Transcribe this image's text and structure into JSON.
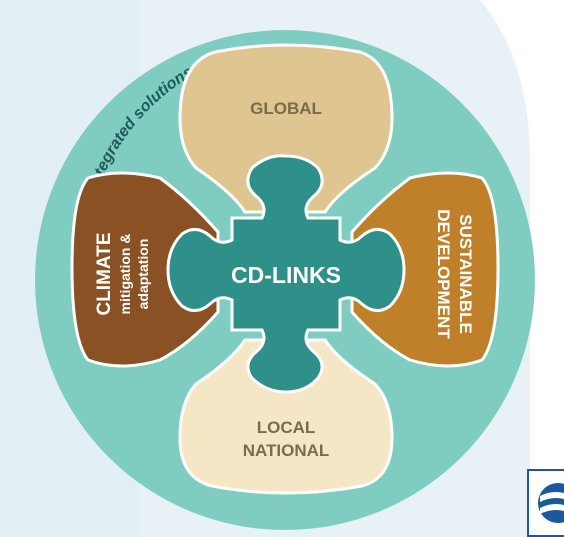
{
  "ring_label": "integrated solutions",
  "center": {
    "label": "CD-LINKS"
  },
  "top_lobe": {
    "label": "GLOBAL"
  },
  "bottom_lobe": {
    "line1": "LOCAL",
    "line2": "NATIONAL"
  },
  "left_lobe": {
    "line1": "CLIMATE",
    "line2": "mitigation &",
    "line3": "adaptation"
  },
  "right_lobe": {
    "line1": "SUSTAINABLE",
    "line2": "DEVELOPMENT"
  },
  "colors": {
    "page_bg": "#e8f2f6",
    "circle": "#7ecdc0",
    "center": "#2f8f89",
    "top_lobe": "#dfc58f",
    "bottom_lobe": "#f5e6c5",
    "left_lobe": "#8a5124",
    "right_lobe": "#c0802a",
    "logo": "#1a5a9c"
  }
}
